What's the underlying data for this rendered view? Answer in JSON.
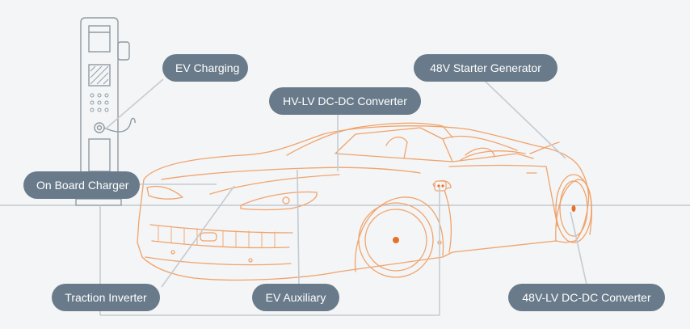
{
  "labels": {
    "ev_charging": "EV Charging",
    "hv_lv_converter": "HV-LV DC-DC Converter",
    "starter_generator": "48V Starter Generator",
    "on_board_charger": "On Board Charger",
    "traction_inverter": "Traction Inverter",
    "ev_auxiliary": "EV Auxiliary",
    "lv_converter_48v": "48V-LV DC-DC Converter"
  },
  "colors": {
    "background": "#f4f5f6",
    "label_fill": "#697b8a",
    "label_text": "#ffffff",
    "car_outline": "#f0a36c",
    "charger_outline": "#8f9aa3",
    "leader_line": "#c5cbd0",
    "wheel_hub": "#e8712a"
  }
}
